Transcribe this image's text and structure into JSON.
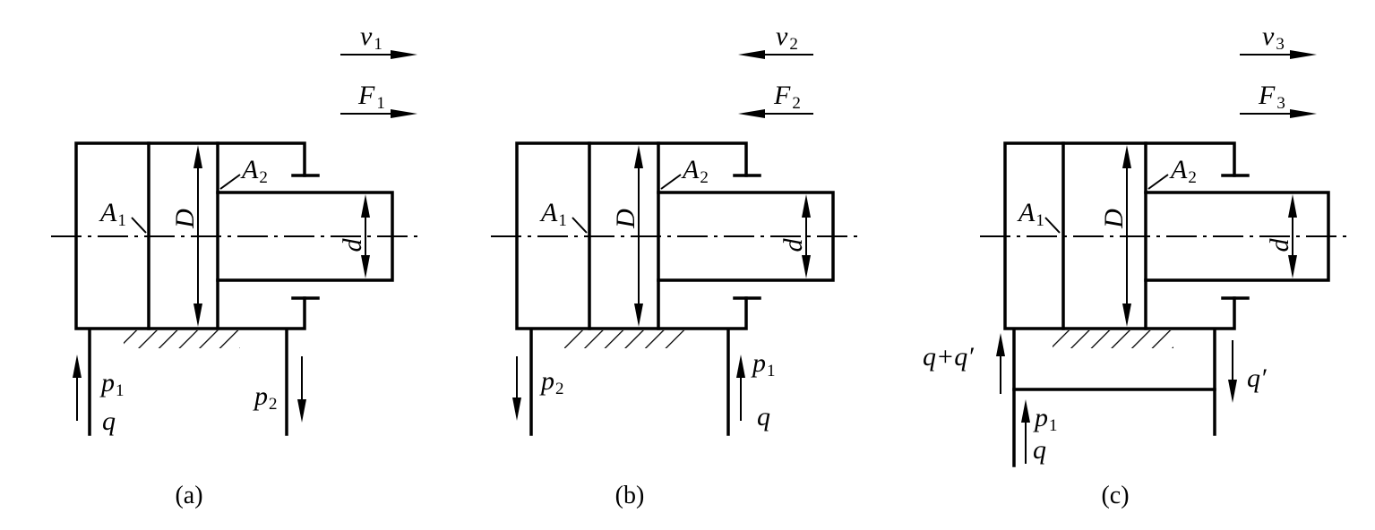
{
  "panels": [
    {
      "caption": "(a)",
      "velocity": {
        "symbol": "v",
        "index": "1",
        "direction": "right"
      },
      "force": {
        "symbol": "F",
        "index": "1",
        "direction": "right"
      },
      "area_cap": {
        "symbol": "A",
        "index": "1"
      },
      "area_rod": {
        "symbol": "A",
        "index": "2"
      },
      "bore": "D",
      "rod": "d",
      "left_port": {
        "p_symbol": "p",
        "p_index": "1",
        "flow": "q",
        "flow_direction": "in"
      },
      "right_port": {
        "p_symbol": "p",
        "p_index": "2",
        "flow_direction": "out"
      }
    },
    {
      "caption": "(b)",
      "velocity": {
        "symbol": "v",
        "index": "2",
        "direction": "left"
      },
      "force": {
        "symbol": "F",
        "index": "2",
        "direction": "left"
      },
      "area_cap": {
        "symbol": "A",
        "index": "1"
      },
      "area_rod": {
        "symbol": "A",
        "index": "2"
      },
      "bore": "D",
      "rod": "d",
      "left_port": {
        "p_symbol": "p",
        "p_index": "2",
        "flow_direction": "out"
      },
      "right_port": {
        "p_symbol": "p",
        "p_index": "1",
        "flow": "q",
        "flow_direction": "in"
      }
    },
    {
      "caption": "(c)",
      "velocity": {
        "symbol": "v",
        "index": "3",
        "direction": "right"
      },
      "force": {
        "symbol": "F",
        "index": "3",
        "direction": "right"
      },
      "area_cap": {
        "symbol": "A",
        "index": "1"
      },
      "area_rod": {
        "symbol": "A",
        "index": "2"
      },
      "bore": "D",
      "rod": "d",
      "left_flow": "q+q′",
      "right_flow": "q′",
      "supply": {
        "p_symbol": "p",
        "p_index": "1",
        "flow": "q"
      }
    }
  ]
}
